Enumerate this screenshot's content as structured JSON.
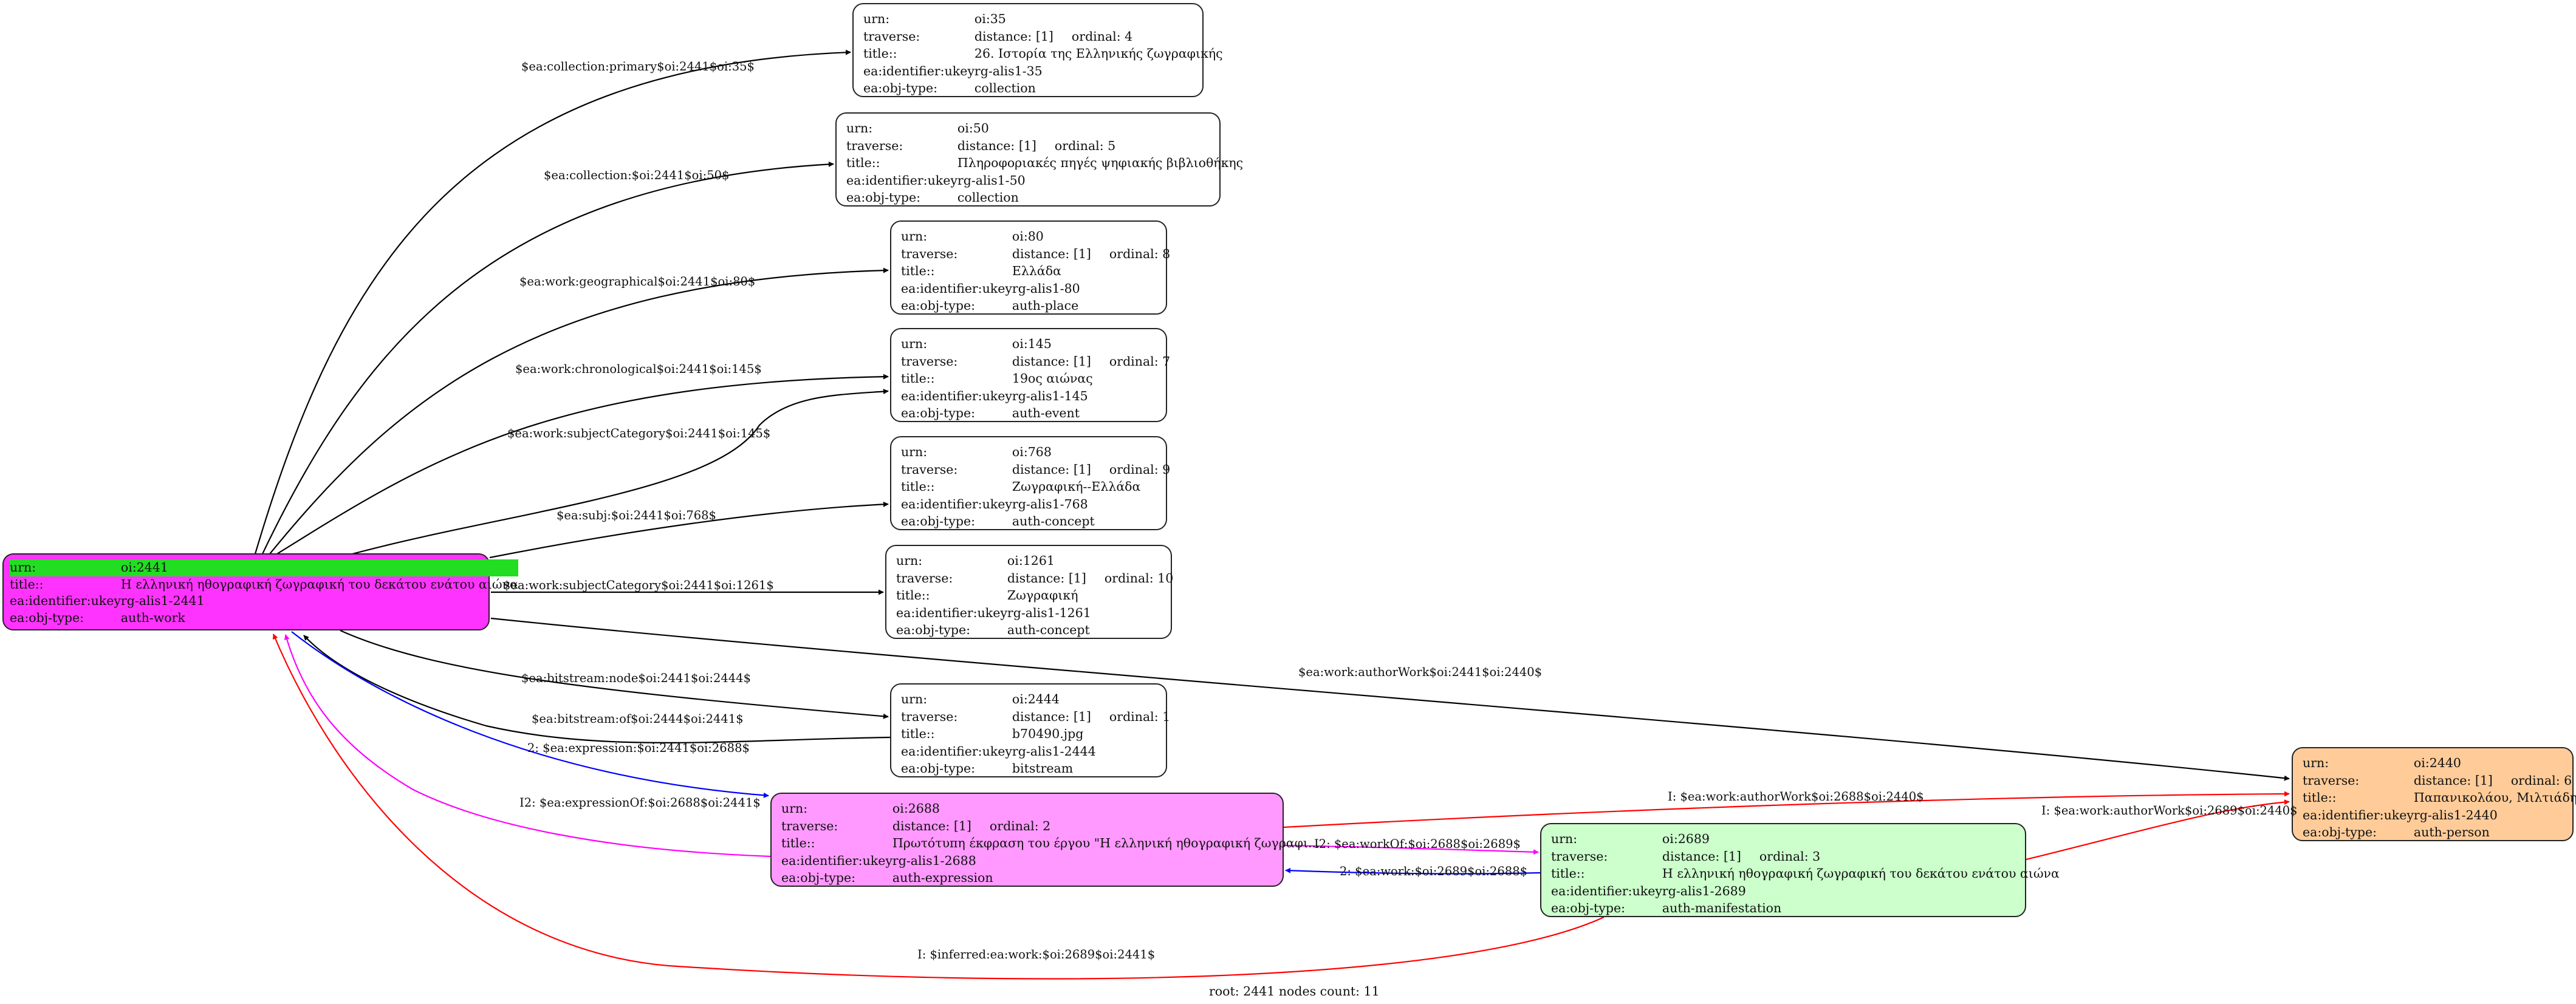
{
  "graph": {
    "nodes": [
      {
        "id": "n35",
        "fill": "#ffffff",
        "urn": "oi:35",
        "distance": "distance: [1]",
        "ordinal": "ordinal: 4",
        "title": "26. Ιστορία της Ελληνικής ζωγραφικής",
        "ukey": "rg-alis1-35",
        "objtype": "collection"
      },
      {
        "id": "n50",
        "fill": "#ffffff",
        "urn": "oi:50",
        "distance": "distance: [1]",
        "ordinal": "ordinal: 5",
        "title": "Πληροφοριακές πηγές ψηφιακής βιβλιοθήκης",
        "ukey": "rg-alis1-50",
        "objtype": "collection"
      },
      {
        "id": "n80",
        "fill": "#ffffff",
        "urn": "oi:80",
        "distance": "distance: [1]",
        "ordinal": "ordinal: 8",
        "title": "Ελλάδα",
        "ukey": "rg-alis1-80",
        "objtype": "auth-place"
      },
      {
        "id": "n145",
        "fill": "#ffffff",
        "urn": "oi:145",
        "distance": "distance: [1]",
        "ordinal": "ordinal: 7",
        "title": "19ος αιώνας",
        "ukey": "rg-alis1-145",
        "objtype": "auth-event"
      },
      {
        "id": "n768",
        "fill": "#ffffff",
        "urn": "oi:768",
        "distance": "distance: [1]",
        "ordinal": "ordinal: 9",
        "title": "Ζωγραφική--Ελλάδα",
        "ukey": "rg-alis1-768",
        "objtype": "auth-concept"
      },
      {
        "id": "n1261",
        "fill": "#ffffff",
        "urn": "oi:1261",
        "distance": "distance: [1]",
        "ordinal": "ordinal: 10",
        "title": "Ζωγραφική",
        "ukey": "rg-alis1-1261",
        "objtype": "auth-concept"
      },
      {
        "id": "n2444",
        "fill": "#ffffff",
        "urn": "oi:2444",
        "distance": "distance: [1]",
        "ordinal": "ordinal: 1",
        "title": "b70490.jpg",
        "ukey": "rg-alis1-2444",
        "objtype": "bitstream"
      },
      {
        "id": "n2440",
        "fill": "#ffcc99",
        "urn": "oi:2440",
        "distance": "distance: [1]",
        "ordinal": "ordinal: 6",
        "title": "Παπανικολάου, Μιλτιάδης",
        "ukey": "rg-alis1-2440",
        "objtype": "auth-person"
      },
      {
        "id": "n2688",
        "fill": "#ff99ff",
        "urn": "oi:2688",
        "distance": "distance: [1]",
        "ordinal": "ordinal: 2",
        "title": "Πρωτότυπη έκφραση του έργου \"Η ελληνική ηθογραφική ζωγραφι...",
        "ukey": "rg-alis1-2688",
        "objtype": "auth-expression"
      },
      {
        "id": "n2689",
        "fill": "#ccffcc",
        "urn": "oi:2689",
        "distance": "distance: [1]",
        "ordinal": "ordinal: 3",
        "title": "Η ελληνική ηθογραφική ζωγραφική του δεκάτου ενάτου αιώνα",
        "ukey": "rg-alis1-2689",
        "objtype": "auth-manifestation"
      }
    ],
    "root": {
      "id": "n2441",
      "fill": "#ff33ff",
      "highlight": "#22dd22",
      "urn": "oi:2441",
      "title": "Η ελληνική ηθογραφική ζωγραφική του δεκάτου ενάτου αιώνα",
      "ukey": "rg-alis1-2441",
      "objtype": "auth-work"
    },
    "keys": {
      "urn": "urn:",
      "traverse": "traverse:",
      "title": "title::",
      "ukey": "ea:identifier:ukey",
      "objtype": "ea:obj-type:"
    },
    "edges": [
      {
        "id": "e1",
        "label": "$ea:collection:primary$oi:2441$oi:35$",
        "color": "#000000"
      },
      {
        "id": "e2",
        "label": "$ea:collection:$oi:2441$oi:50$",
        "color": "#000000"
      },
      {
        "id": "e3",
        "label": "$ea:work:geographical$oi:2441$oi:80$",
        "color": "#000000"
      },
      {
        "id": "e4",
        "label": "$ea:work:chronological$oi:2441$oi:145$",
        "color": "#000000"
      },
      {
        "id": "e5",
        "label": "$ea:work:subjectCategory$oi:2441$oi:145$",
        "color": "#000000"
      },
      {
        "id": "e6",
        "label": "$ea:subj:$oi:2441$oi:768$",
        "color": "#000000"
      },
      {
        "id": "e7",
        "label": "$ea:work:subjectCategory$oi:2441$oi:1261$",
        "color": "#000000"
      },
      {
        "id": "e8",
        "label": "$ea:work:authorWork$oi:2441$oi:2440$",
        "color": "#000000"
      },
      {
        "id": "e9",
        "label": "$ea:bitstream:node$oi:2441$oi:2444$",
        "color": "#000000"
      },
      {
        "id": "e10",
        "label": "$ea:bitstream:of$oi:2444$oi:2441$",
        "color": "#000000"
      },
      {
        "id": "e11",
        "label": "2: $ea:expression:$oi:2441$oi:2688$",
        "color": "#0000ff"
      },
      {
        "id": "e12",
        "label": "I2: $ea:expressionOf:$oi:2688$oi:2441$",
        "color": "#ff00ff"
      },
      {
        "id": "e13",
        "label": "I: $ea:work:authorWork$oi:2688$oi:2440$",
        "color": "#ff0000"
      },
      {
        "id": "e14",
        "label": "I2: $ea:workOf:$oi:2688$oi:2689$",
        "color": "#ff00ff"
      },
      {
        "id": "e15",
        "label": "2: $ea:work:$oi:2689$oi:2688$",
        "color": "#0000ff"
      },
      {
        "id": "e16",
        "label": "I: $ea:work:authorWork$oi:2689$oi:2440$",
        "color": "#ff0000"
      },
      {
        "id": "e17",
        "label": "I: $inferred:ea:work:$oi:2689$oi:2441$",
        "color": "#ff0000"
      }
    ],
    "footer": "root: 2441 nodes count: 11"
  }
}
